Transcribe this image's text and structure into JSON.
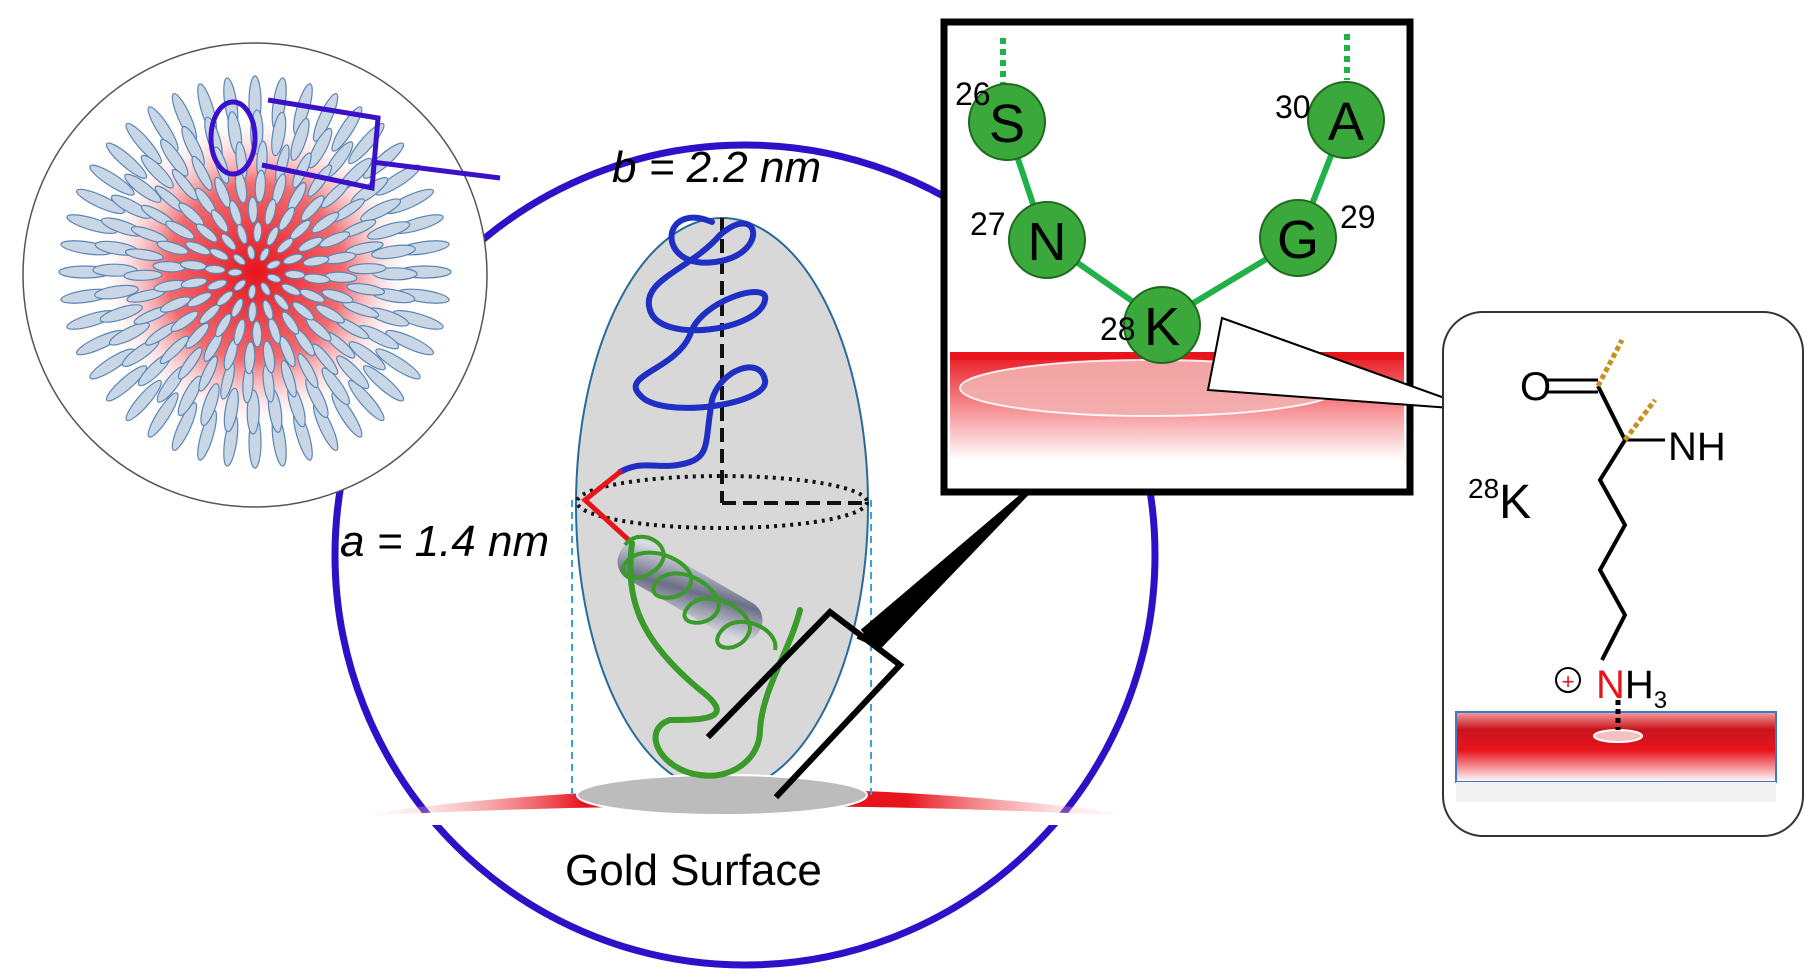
{
  "labels": {
    "b_dimension": "b = 2.2 nm",
    "a_dimension": "a = 1.4 nm",
    "gold_surface": "Gold Surface"
  },
  "residues": [
    {
      "number": "26",
      "letter": "S"
    },
    {
      "number": "27",
      "letter": "N"
    },
    {
      "number": "28",
      "letter": "K"
    },
    {
      "number": "29",
      "letter": "G"
    },
    {
      "number": "30",
      "letter": "A"
    }
  ],
  "chem": {
    "residue_number": "28",
    "residue_letter": "K",
    "carbonyl_O": "O",
    "amide": "NH",
    "amine_N": "N",
    "amine_H": "H",
    "amine_sub": "3",
    "charge": "+"
  },
  "colors": {
    "outer_circle": "#2d10c8",
    "residue_fill": "#3aa83a",
    "backbone": "#22b04a",
    "helix_blue": "#1f2fc4",
    "helix_green": "#3a9a2a",
    "gold_red": "#e8141c",
    "ellipsoid": "#d8d8d8",
    "bond_tick": "#c8901e"
  }
}
